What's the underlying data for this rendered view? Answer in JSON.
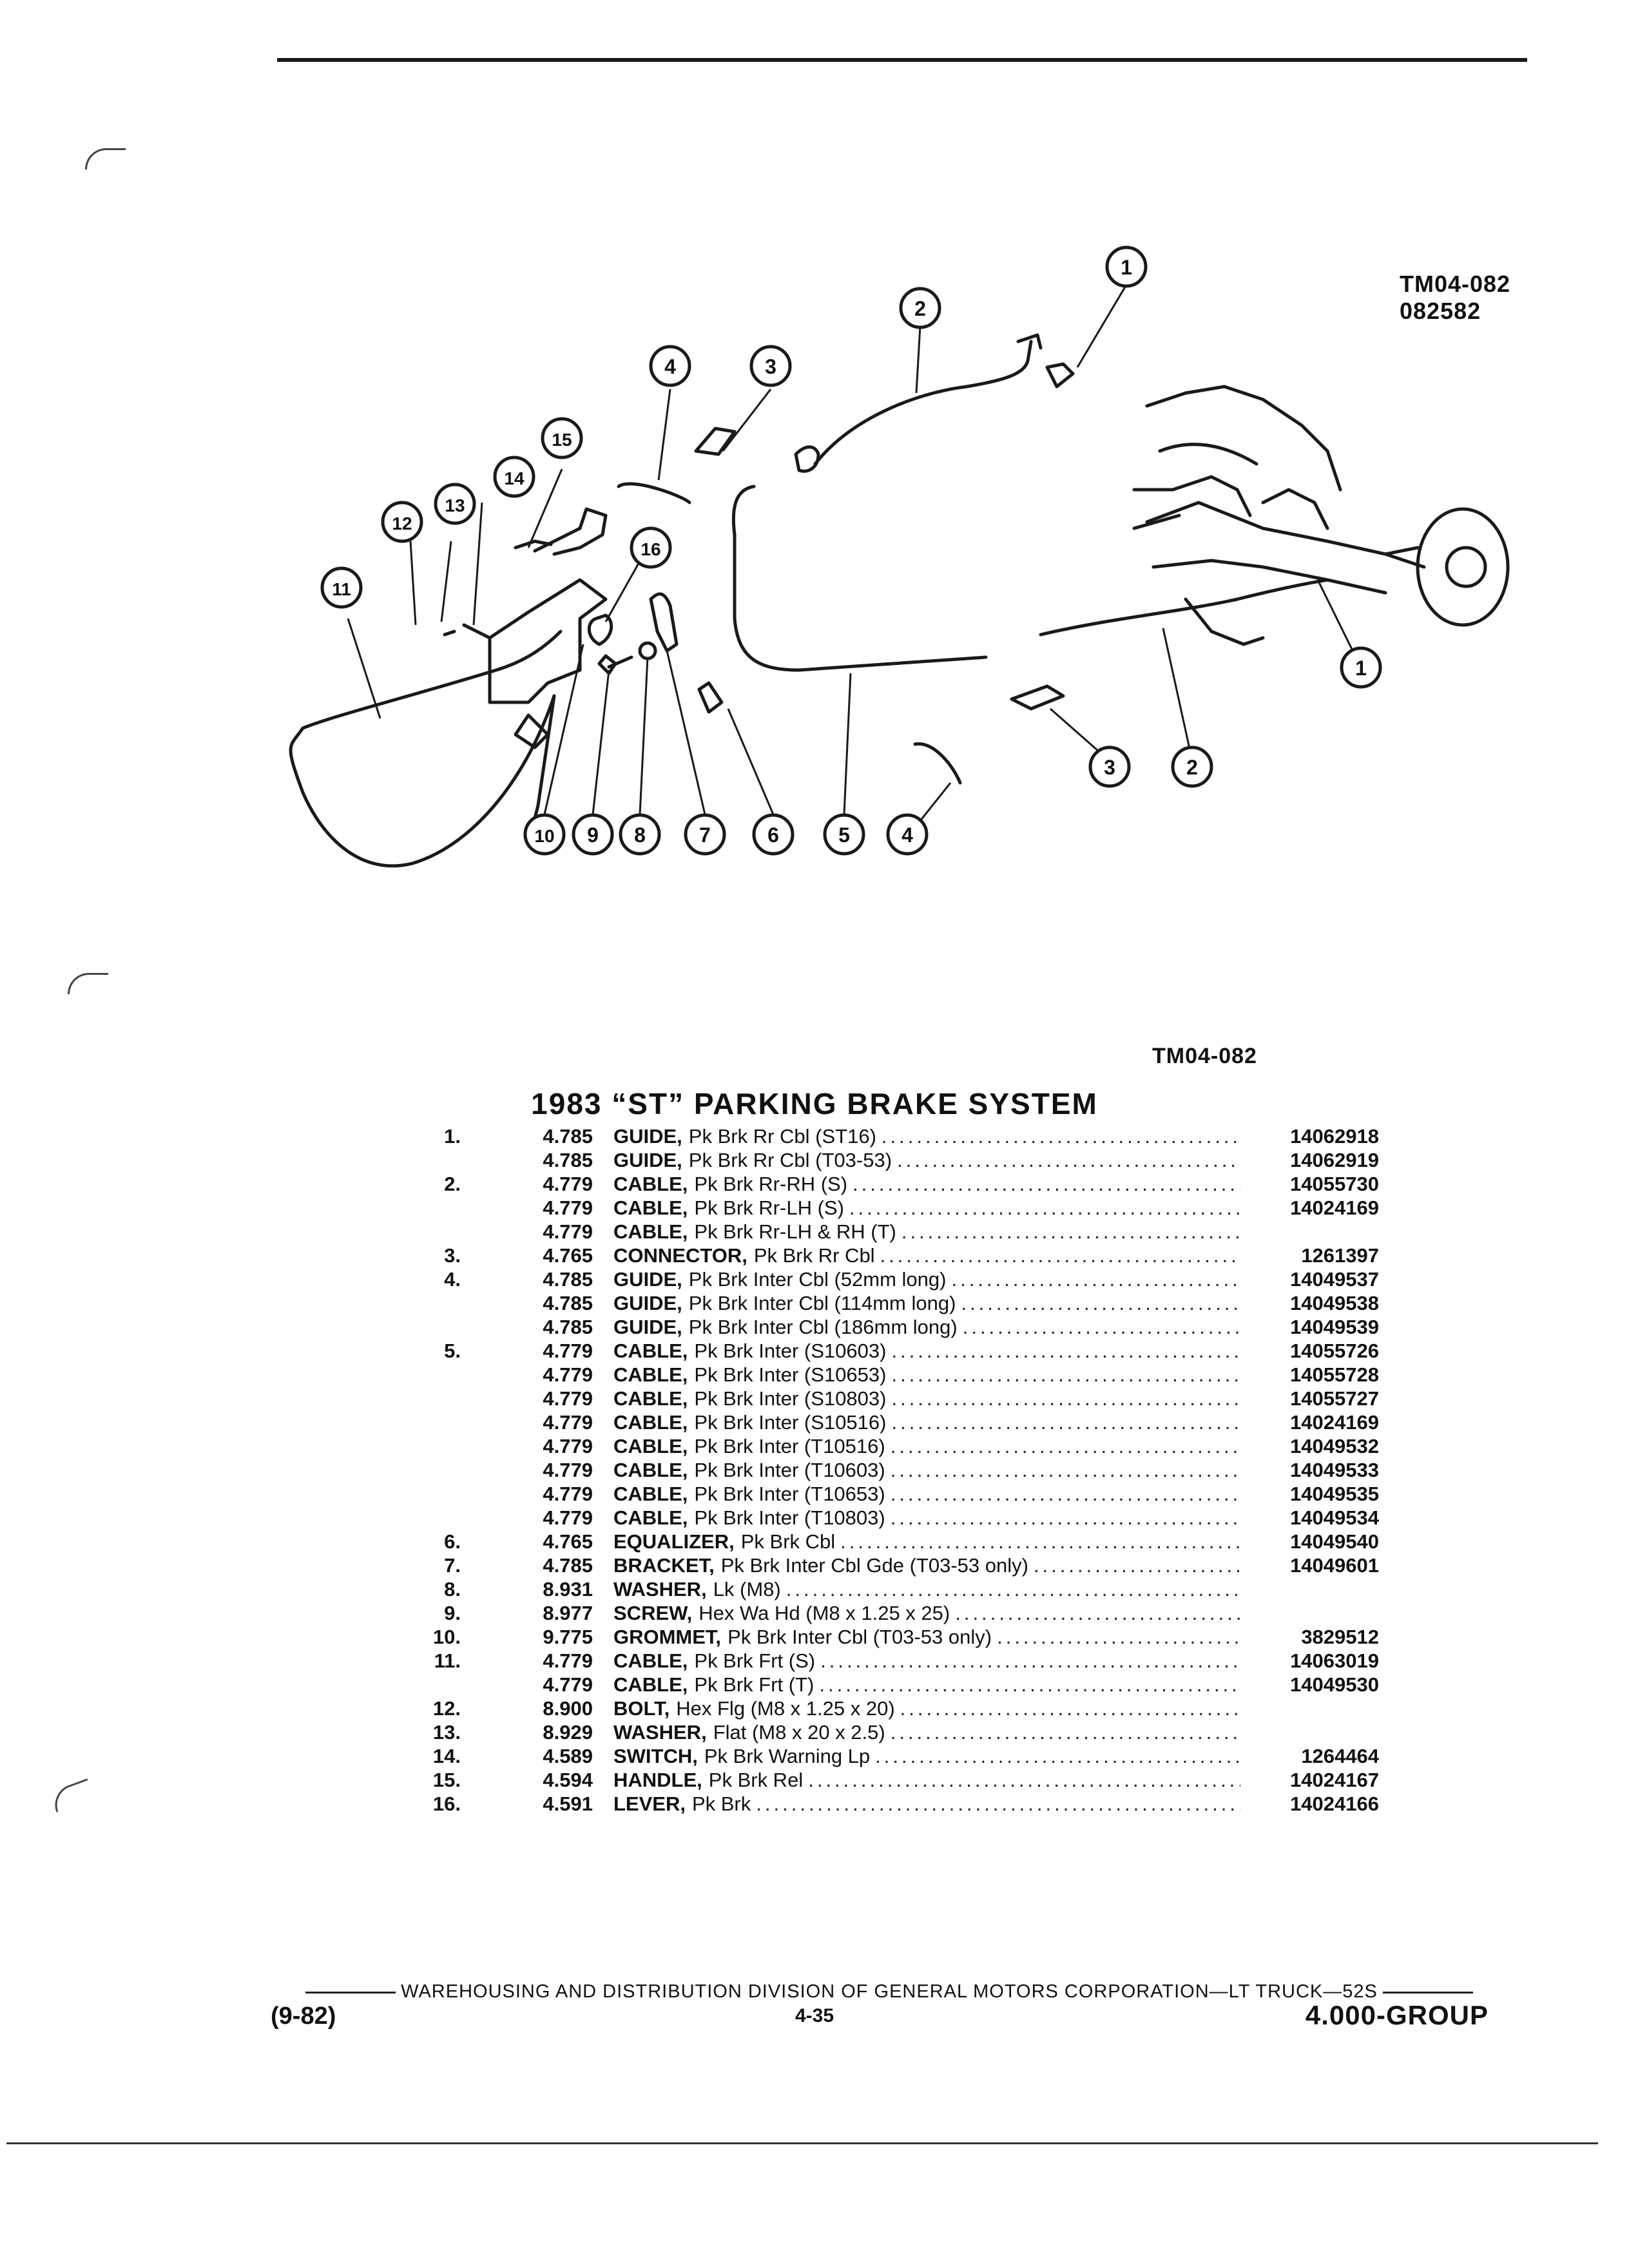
{
  "header": {
    "figure_code_1": "TM04-082",
    "figure_code_2": "082582"
  },
  "diagram": {
    "caption": "TM04-082",
    "callouts": [
      "1",
      "2",
      "3",
      "4",
      "5",
      "6",
      "7",
      "8",
      "9",
      "10",
      "11",
      "12",
      "13",
      "14",
      "15",
      "16"
    ]
  },
  "section_title": "1983 “ST” PARKING BRAKE SYSTEM",
  "parts": [
    {
      "item": "1.",
      "group": "4.785",
      "name": "GUIDE,",
      "desc": "Pk Brk Rr Cbl (ST16)",
      "part": "14062918"
    },
    {
      "item": "",
      "group": "4.785",
      "name": "GUIDE,",
      "desc": "Pk Brk Rr Cbl (T03-53)",
      "part": "14062919"
    },
    {
      "item": "2.",
      "group": "4.779",
      "name": "CABLE,",
      "desc": "Pk Brk Rr-RH (S)",
      "part": "14055730"
    },
    {
      "item": "",
      "group": "4.779",
      "name": "CABLE,",
      "desc": "Pk Brk Rr-LH (S)",
      "part": "14024169"
    },
    {
      "item": "",
      "group": "4.779",
      "name": "CABLE,",
      "desc": "Pk Brk Rr-LH & RH (T)",
      "part": ""
    },
    {
      "item": "3.",
      "group": "4.765",
      "name": "CONNECTOR,",
      "desc": "Pk Brk Rr Cbl",
      "part": "1261397"
    },
    {
      "item": "4.",
      "group": "4.785",
      "name": "GUIDE,",
      "desc": "Pk Brk Inter Cbl (52mm long)",
      "part": "14049537"
    },
    {
      "item": "",
      "group": "4.785",
      "name": "GUIDE,",
      "desc": "Pk Brk Inter Cbl (114mm long)",
      "part": "14049538"
    },
    {
      "item": "",
      "group": "4.785",
      "name": "GUIDE,",
      "desc": "Pk Brk Inter Cbl (186mm long)",
      "part": "14049539"
    },
    {
      "item": "5.",
      "group": "4.779",
      "name": "CABLE,",
      "desc": "Pk Brk Inter (S10603)",
      "part": "14055726"
    },
    {
      "item": "",
      "group": "4.779",
      "name": "CABLE,",
      "desc": "Pk Brk Inter (S10653)",
      "part": "14055728"
    },
    {
      "item": "",
      "group": "4.779",
      "name": "CABLE,",
      "desc": "Pk Brk Inter (S10803)",
      "part": "14055727"
    },
    {
      "item": "",
      "group": "4.779",
      "name": "CABLE,",
      "desc": "Pk Brk Inter (S10516)",
      "part": "14024169"
    },
    {
      "item": "",
      "group": "4.779",
      "name": "CABLE,",
      "desc": "Pk Brk Inter (T10516)",
      "part": "14049532"
    },
    {
      "item": "",
      "group": "4.779",
      "name": "CABLE,",
      "desc": "Pk Brk Inter (T10603)",
      "part": "14049533"
    },
    {
      "item": "",
      "group": "4.779",
      "name": "CABLE,",
      "desc": "Pk Brk Inter (T10653)",
      "part": "14049535"
    },
    {
      "item": "",
      "group": "4.779",
      "name": "CABLE,",
      "desc": "Pk Brk Inter (T10803)",
      "part": "14049534"
    },
    {
      "item": "6.",
      "group": "4.765",
      "name": "EQUALIZER,",
      "desc": "Pk Brk Cbl",
      "part": "14049540"
    },
    {
      "item": "7.",
      "group": "4.785",
      "name": "BRACKET,",
      "desc": "Pk Brk Inter Cbl Gde (T03-53 only)",
      "part": "14049601"
    },
    {
      "item": "8.",
      "group": "8.931",
      "name": "WASHER,",
      "desc": "Lk (M8)",
      "part": ""
    },
    {
      "item": "9.",
      "group": "8.977",
      "name": "SCREW,",
      "desc": "Hex Wa Hd (M8 x 1.25 x 25)",
      "part": ""
    },
    {
      "item": "10.",
      "group": "9.775",
      "name": "GROMMET,",
      "desc": "Pk Brk Inter Cbl (T03-53 only)",
      "part": "3829512"
    },
    {
      "item": "11.",
      "group": "4.779",
      "name": "CABLE,",
      "desc": "Pk Brk Frt (S)",
      "part": "14063019"
    },
    {
      "item": "",
      "group": "4.779",
      "name": "CABLE,",
      "desc": "Pk Brk Frt (T)",
      "part": "14049530"
    },
    {
      "item": "12.",
      "group": "8.900",
      "name": "BOLT,",
      "desc": "Hex Flg (M8 x 1.25 x 20)",
      "part": ""
    },
    {
      "item": "13.",
      "group": "8.929",
      "name": "WASHER,",
      "desc": "Flat (M8 x 20 x 2.5)",
      "part": ""
    },
    {
      "item": "14.",
      "group": "4.589",
      "name": "SWITCH,",
      "desc": "Pk Brk Warning Lp",
      "part": "1264464"
    },
    {
      "item": "15.",
      "group": "4.594",
      "name": "HANDLE,",
      "desc": "Pk Brk Rel",
      "part": "14024167"
    },
    {
      "item": "16.",
      "group": "4.591",
      "name": "LEVER,",
      "desc": "Pk Brk",
      "part": "14024166"
    }
  ],
  "footer": {
    "division_line": "WAREHOUSING AND DISTRIBUTION DIVISION OF GENERAL MOTORS CORPORATION—LT TRUCK—52S",
    "date": "(9-82)",
    "page": "4-35",
    "group": "4.000-GROUP"
  }
}
